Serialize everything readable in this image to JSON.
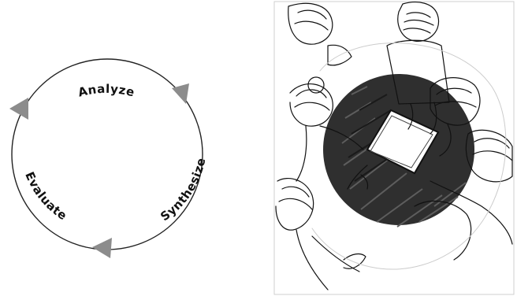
{
  "cycle": {
    "stages": [
      {
        "label": "Analyze"
      },
      {
        "label": "Synthesize"
      },
      {
        "label": "Evaluate"
      }
    ],
    "arrow_color": "#8c8c8c",
    "circle_color": "#222222"
  },
  "illustration": {
    "subject": "overhead sketch of people gathered around a table with a clipboard"
  }
}
